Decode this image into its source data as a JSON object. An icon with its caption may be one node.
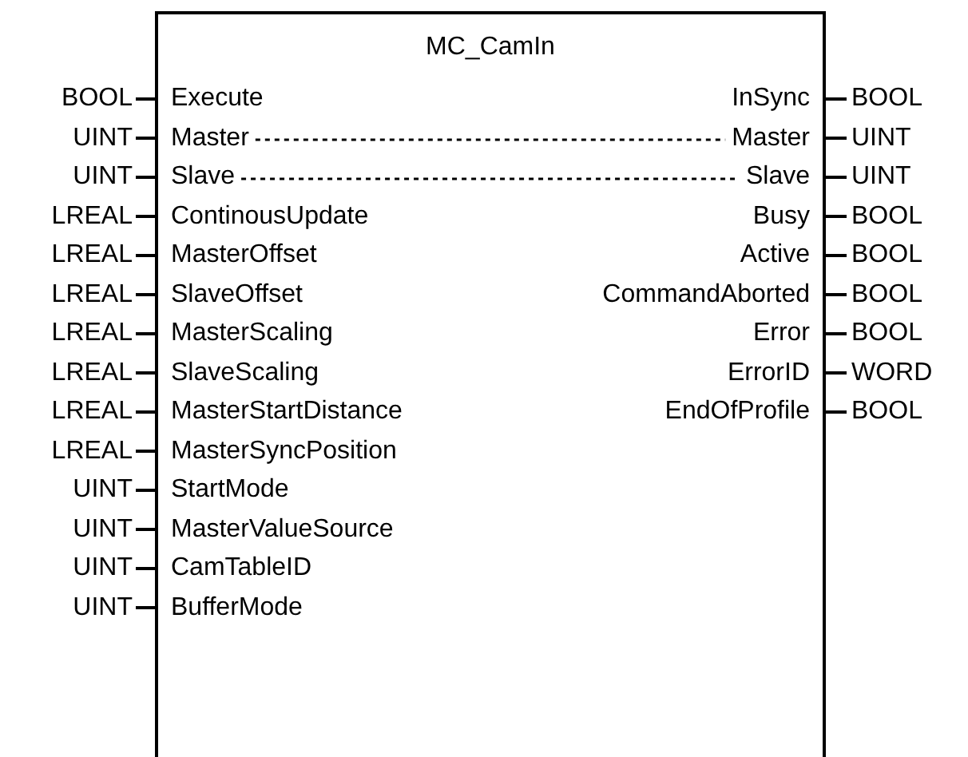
{
  "diagram": {
    "nodes": [
      {
        "text": [
          "MC_CamIn"
        ]
      },
      {
        "text": [
          "Execute"
        ],
        "in": 0,
        "beside": [
          "BOOL"
        ]
      },
      {
        "text": [
          "InSync"
        ],
        "in": 0,
        "beside": [
          "BOOL"
        ]
      },
      {
        "text": [
          "Master"
        ],
        "in": 0,
        "beside": [
          "UINT"
        ]
      },
      {
        "text": [
          "Master"
        ],
        "in": 0,
        "beside": [
          "UINT"
        ]
      },
      {
        "text": [
          "Slave"
        ],
        "in": 0,
        "beside": [
          "UINT"
        ]
      },
      {
        "text": [
          "Slave"
        ],
        "in": 0,
        "beside": [
          "UINT"
        ]
      },
      {
        "text": [
          "ContinousUpdate"
        ],
        "in": 0,
        "beside": [
          "LREAL"
        ]
      },
      {
        "text": [
          "Busy"
        ],
        "in": 0,
        "beside": [
          "BOOL"
        ]
      },
      {
        "text": [
          "MasterOffset"
        ],
        "in": 0,
        "beside": [
          "LREAL"
        ]
      },
      {
        "text": [
          "Active"
        ],
        "in": 0,
        "beside": [
          "BOOL"
        ]
      },
      {
        "text": [
          "SlaveOffset"
        ],
        "in": 0,
        "beside": [
          "LREAL"
        ]
      },
      {
        "text": [
          "CommandAborted"
        ],
        "in": 0,
        "beside": [
          "BOOL"
        ]
      },
      {
        "text": [
          "MasterScaling"
        ],
        "in": 0,
        "beside": [
          "LREAL"
        ]
      },
      {
        "text": [
          "Error"
        ],
        "in": 0,
        "beside": [
          "BOOL"
        ]
      },
      {
        "text": [
          "SlaveScaling"
        ],
        "in": 0,
        "beside": [
          "LREAL"
        ]
      },
      {
        "text": [
          "ErrorID"
        ],
        "in": 0,
        "beside": [
          "WORD"
        ]
      },
      {
        "text": [
          "MasterStartDistance"
        ],
        "in": 0,
        "beside": [
          "LREAL"
        ]
      },
      {
        "text": [
          "EndOfProfile"
        ],
        "in": 0,
        "beside": [
          "BOOL"
        ]
      },
      {
        "text": [
          "MasterSyncPosition"
        ],
        "in": 0,
        "beside": [
          "LREAL"
        ]
      },
      {
        "text": [
          "StartMode"
        ],
        "in": 0,
        "beside": [
          "UINT"
        ]
      },
      {
        "text": [
          "MasterValueSource"
        ],
        "in": 0,
        "beside": [
          "UINT"
        ]
      },
      {
        "text": [
          "CamTableID"
        ],
        "in": 0,
        "beside": [
          "UINT"
        ]
      },
      {
        "text": [
          "BufferMode"
        ],
        "in": 0,
        "beside": [
          "UINT"
        ]
      }
    ],
    "edges": [
      {
        "from": 3,
        "to": 4,
        "arrow": "none",
        "style": "dashed"
      },
      {
        "from": 5,
        "to": 6,
        "arrow": "none",
        "style": "dashed"
      }
    ]
  }
}
